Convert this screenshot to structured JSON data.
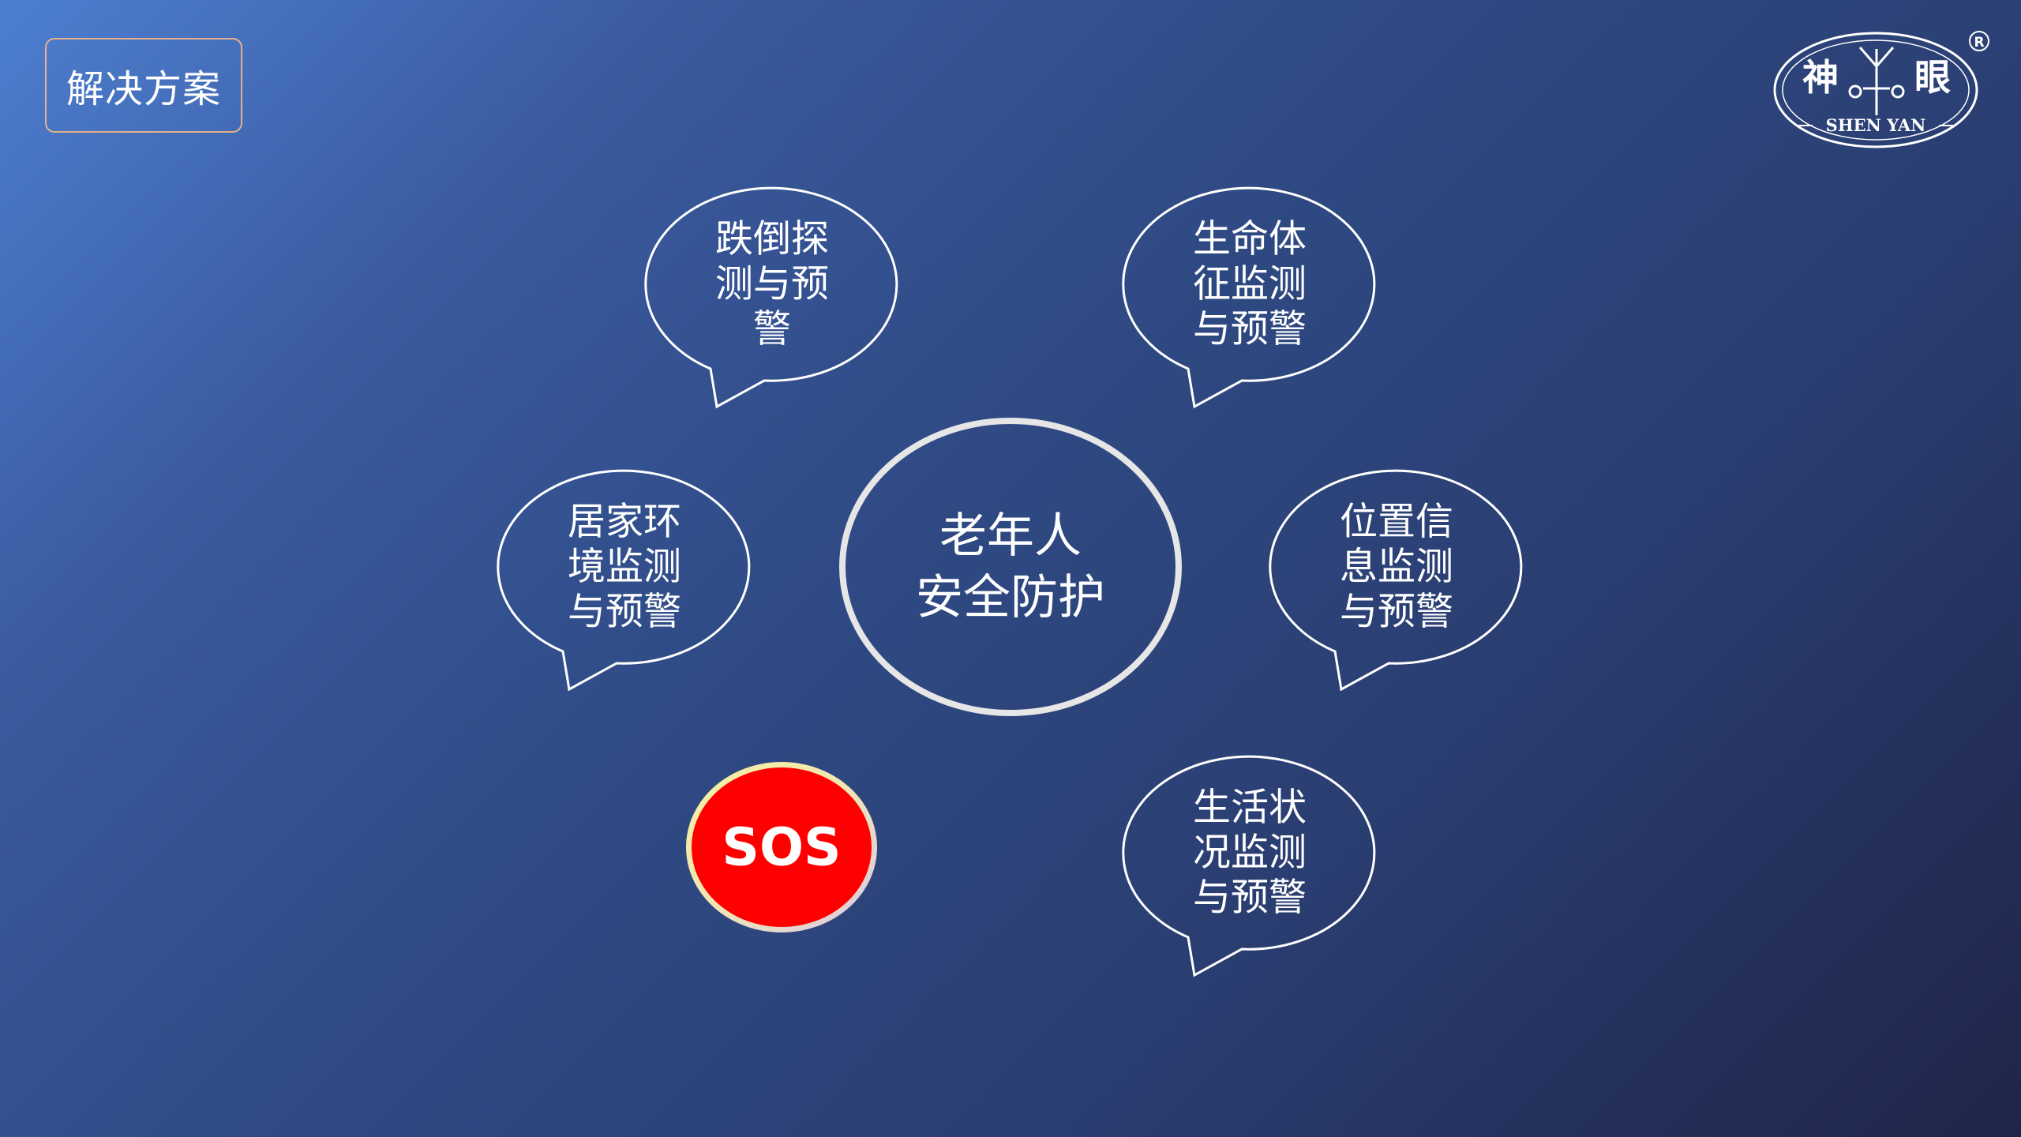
{
  "title": "解决方案",
  "logo": {
    "brand_left": "神",
    "brand_right": "眼",
    "subtitle": "SHEN YAN",
    "registered": "R"
  },
  "center": {
    "lines": [
      "老年人",
      "安全防护"
    ]
  },
  "bubbles": [
    {
      "id": "fall",
      "lines": [
        "跌倒探",
        "测与预",
        "警"
      ]
    },
    {
      "id": "vital",
      "lines": [
        "生命体",
        "征监测",
        "与预警"
      ]
    },
    {
      "id": "home",
      "lines": [
        "居家环",
        "境监测",
        "与预警"
      ]
    },
    {
      "id": "location",
      "lines": [
        "位置信",
        "息监测",
        "与预警"
      ]
    },
    {
      "id": "life",
      "lines": [
        "生活状",
        "况监测",
        "与预警"
      ]
    }
  ],
  "sos": {
    "label": "SOS"
  },
  "colors": {
    "bubble_stroke": "#ffffff",
    "center_stroke": "#e6e6e6",
    "sos_fill": "#ff0000",
    "title_border": "#e8b08c"
  }
}
